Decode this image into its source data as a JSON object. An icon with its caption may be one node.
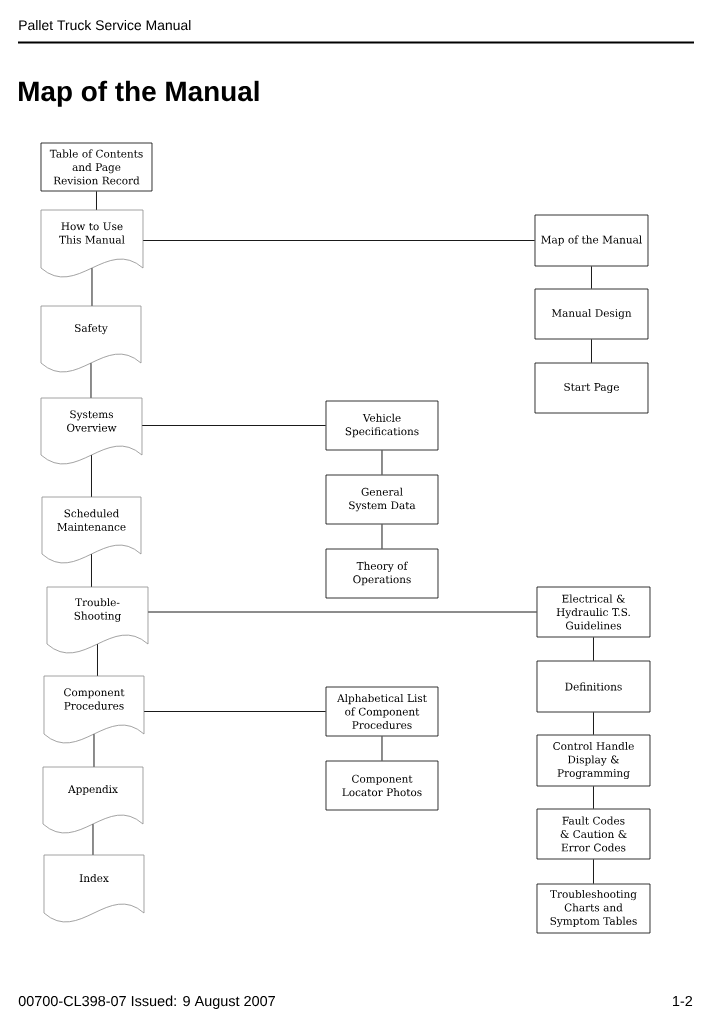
{
  "diagram": {
    "title": "Map of the Manual",
    "nodes": [
      {
        "text": [
          "Table of Contents and Page Revision Record"
        ]
      },
      {
        "text": [
          "How to Use This Manual"
        ]
      },
      {
        "text": [
          "Safety"
        ]
      },
      {
        "text": [
          "Systems Overview"
        ]
      },
      {
        "text": [
          "Scheduled Maintenance"
        ]
      },
      {
        "text": [
          "Trouble-Shooting"
        ]
      },
      {
        "text": [
          "Component Procedures"
        ]
      },
      {
        "text": [
          "Appendix"
        ]
      },
      {
        "text": [
          "Index"
        ]
      },
      {
        "text": [
          "Vehicle Specifications"
        ]
      },
      {
        "text": [
          "General System Data"
        ]
      },
      {
        "text": [
          "Theory of Operations"
        ]
      },
      {
        "text": [
          "Alphabetical List of Component Procedures"
        ]
      },
      {
        "text": [
          "Component Locator Photos"
        ]
      },
      {
        "text": [
          "Map of the Manual"
        ]
      },
      {
        "text": [
          "Manual Design"
        ]
      },
      {
        "text": [
          "Start Page"
        ]
      },
      {
        "text": [
          "Electrical & Hydraulic T.S. Guidelines"
        ]
      },
      {
        "text": [
          "Definitions"
        ]
      },
      {
        "text": [
          "Control Handle Display & Programming"
        ]
      },
      {
        "text": [
          "Fault Codes & Caution & Error Codes"
        ]
      },
      {
        "text": [
          "Troubleshooting Charts and Symptom Tables"
        ]
      }
    ],
    "edges": [
      {
        "from": 0,
        "to": 1,
        "arrow": "none"
      },
      {
        "from": 1,
        "to": 2,
        "arrow": "none"
      },
      {
        "from": 2,
        "to": 3,
        "arrow": "none"
      },
      {
        "from": 3,
        "to": 4,
        "arrow": "none"
      },
      {
        "from": 4,
        "to": 5,
        "arrow": "none"
      },
      {
        "from": 5,
        "to": 6,
        "arrow": "none"
      },
      {
        "from": 6,
        "to": 7,
        "arrow": "none"
      },
      {
        "from": 7,
        "to": 8,
        "arrow": "none"
      },
      {
        "from": 1,
        "to": 14,
        "arrow": "none"
      },
      {
        "from": 14,
        "to": 15,
        "arrow": "none"
      },
      {
        "from": 15,
        "to": 16,
        "arrow": "none"
      },
      {
        "from": 3,
        "to": 9,
        "arrow": "none"
      },
      {
        "from": 9,
        "to": 10,
        "arrow": "none"
      },
      {
        "from": 10,
        "to": 11,
        "arrow": "none"
      },
      {
        "from": 5,
        "to": 17,
        "arrow": "none"
      },
      {
        "from": 17,
        "to": 18,
        "arrow": "none"
      },
      {
        "from": 18,
        "to": 19,
        "arrow": "none"
      },
      {
        "from": 19,
        "to": 20,
        "arrow": "none"
      },
      {
        "from": 20,
        "to": 21,
        "arrow": "none"
      },
      {
        "from": 6,
        "to": 12,
        "arrow": "none"
      },
      {
        "from": 12,
        "to": 13,
        "arrow": "none"
      }
    ],
    "labels": [
      "Pallet Truck Service Manual",
      "00700-CL398-07 Issued: 9 August 2007",
      "1-2"
    ]
  }
}
